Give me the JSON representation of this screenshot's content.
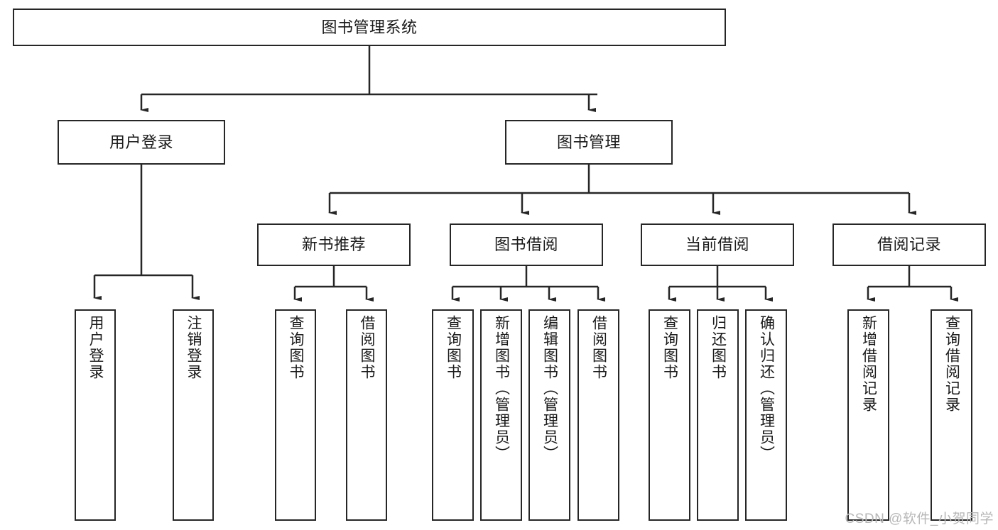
{
  "diagram": {
    "title": "图书管理系统",
    "type": "tree-hierarchy",
    "watermark": "CSDN @软件_小贺同学",
    "colors": {
      "background": "#ffffff",
      "box_border": "#262626",
      "box_fill": "#ffffff",
      "text": "#1a1a1a",
      "edge": "#262626",
      "watermark": "#b7b7b7"
    },
    "nodes": {
      "root": {
        "label": "图书管理系统",
        "level": 0
      },
      "level2": [
        {
          "id": "user-login",
          "label": "用户登录"
        },
        {
          "id": "book-manage",
          "label": "图书管理"
        }
      ],
      "level3": [
        {
          "id": "new-book-recommend",
          "label": "新书推荐"
        },
        {
          "id": "book-borrow",
          "label": "图书借阅"
        },
        {
          "id": "current-borrow",
          "label": "当前借阅"
        },
        {
          "id": "borrow-record",
          "label": "借阅记录"
        }
      ],
      "leaves": {
        "user-login": [
          {
            "id": "leaf-user-login",
            "label": "用户登录"
          },
          {
            "id": "leaf-logout-login",
            "label": "注销登录"
          }
        ],
        "new-book-recommend": [
          {
            "id": "leaf-query-book-1",
            "label": "查询图书"
          },
          {
            "id": "leaf-borrow-book-1",
            "label": "借阅图书"
          }
        ],
        "book-borrow": [
          {
            "id": "leaf-query-book-2",
            "label": "查询图书"
          },
          {
            "id": "leaf-add-book",
            "label": "新增图书（管理员）"
          },
          {
            "id": "leaf-edit-book",
            "label": "编辑图书（管理员）"
          },
          {
            "id": "leaf-borrow-book-2",
            "label": "借阅图书"
          }
        ],
        "current-borrow": [
          {
            "id": "leaf-query-book-3",
            "label": "查询图书"
          },
          {
            "id": "leaf-return-book",
            "label": "归还图书"
          },
          {
            "id": "leaf-confirm-return",
            "label": "确认归还（管理员）"
          }
        ],
        "borrow-record": [
          {
            "id": "leaf-add-record",
            "label": "新增借阅记录"
          },
          {
            "id": "leaf-query-record",
            "label": "查询借阅记录"
          }
        ]
      }
    }
  }
}
